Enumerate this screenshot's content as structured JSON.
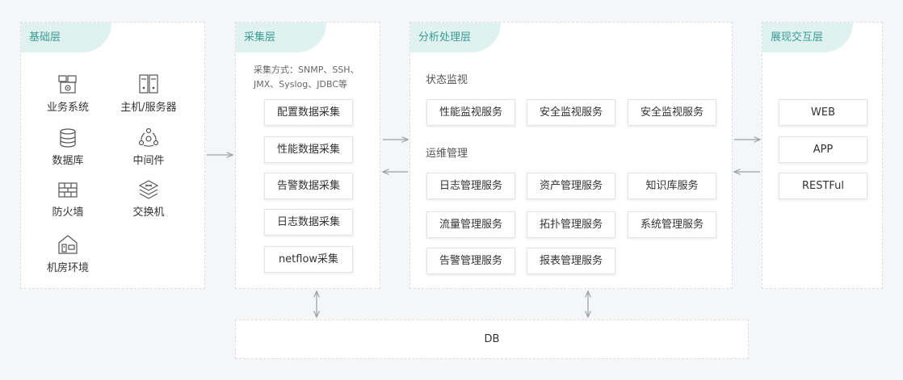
{
  "colors": {
    "background": "#f5f6f7",
    "tag_bg": "#dff2f0",
    "tag_text": "#3a9b94",
    "arrow": "#9aa0a6"
  },
  "layers": {
    "base": {
      "title": "基础层",
      "items": [
        {
          "label": "业务系统",
          "icon": "business-system-icon"
        },
        {
          "label": "主机/服务器",
          "icon": "server-icon"
        },
        {
          "label": "数据库",
          "icon": "database-icon"
        },
        {
          "label": "中间件",
          "icon": "middleware-icon"
        },
        {
          "label": "防火墙",
          "icon": "firewall-icon"
        },
        {
          "label": "交换机",
          "icon": "switch-icon"
        },
        {
          "label": "机房环境",
          "icon": "datacenter-icon"
        }
      ]
    },
    "collect": {
      "title": "采集层",
      "note_line1": "采集方式：SNMP、SSH、",
      "note_line2": "JMX、Syslog、JDBC等",
      "boxes": [
        "配置数据采集",
        "性能数据采集",
        "告警数据采集",
        "日志数据采集",
        "netflow采集"
      ]
    },
    "analysis": {
      "title": "分析处理层",
      "state_monitor": {
        "title": "状态监视",
        "boxes": [
          "性能监视服务",
          "安全监视服务",
          "安全监视服务"
        ]
      },
      "ops_manage": {
        "title": "运维管理",
        "boxes": [
          "日志管理服务",
          "资产管理服务",
          "知识库服务",
          "流量管理服务",
          "拓扑管理服务",
          "系统管理服务",
          "告警管理服务",
          "报表管理服务"
        ]
      }
    },
    "display": {
      "title": "展现交互层",
      "boxes": [
        "WEB",
        "APP",
        "RESTFul"
      ]
    }
  },
  "db": {
    "label": "DB"
  }
}
